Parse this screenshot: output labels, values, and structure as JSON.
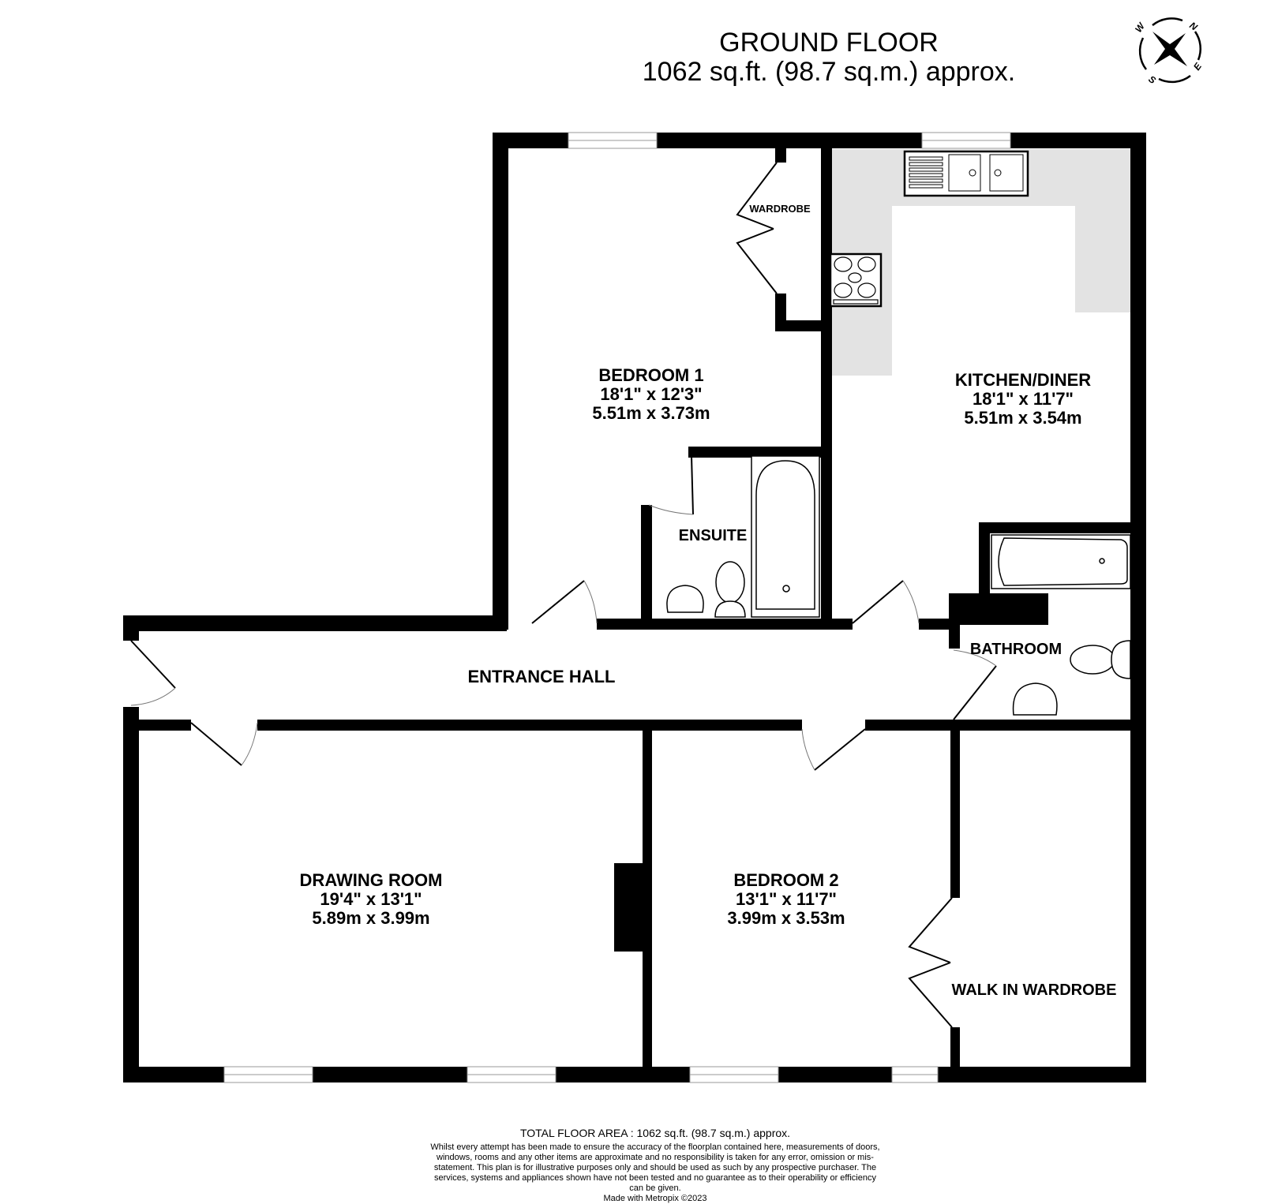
{
  "header": {
    "title": "GROUND FLOOR",
    "area": "1062 sq.ft. (98.7 sq.m.) approx."
  },
  "compass": {
    "icon": "compass-icon",
    "labels": {
      "n": "N",
      "e": "E",
      "s": "S",
      "w": "W"
    }
  },
  "rooms": {
    "bedroom1": {
      "name": "BEDROOM 1",
      "imperial": "18'1\"  x 12'3\"",
      "metric": "5.51m  x 3.73m"
    },
    "wardrobe": {
      "name": "WARDROBE"
    },
    "kitchen": {
      "name": "KITCHEN/DINER",
      "imperial": "18'1\"  x 11'7\"",
      "metric": "5.51m  x 3.54m"
    },
    "ensuite": {
      "name": "ENSUITE"
    },
    "bathroom": {
      "name": "BATHROOM"
    },
    "entrance_hall": {
      "name": "ENTRANCE HALL"
    },
    "drawing_room": {
      "name": "DRAWING ROOM",
      "imperial": "19'4\"  x 13'1\"",
      "metric": "5.89m  x 3.99m"
    },
    "bedroom2": {
      "name": "BEDROOM 2",
      "imperial": "13'1\"  x 11'7\"",
      "metric": "3.99m  x 3.53m"
    },
    "walk_in_wardrobe": {
      "name": "WALK IN WARDROBE"
    }
  },
  "colors": {
    "wall": "#000000",
    "worktop": "#e3e3e3",
    "window": "#ffffff",
    "background": "#ffffff"
  },
  "footer": {
    "total": "TOTAL FLOOR AREA : 1062 sq.ft. (98.7 sq.m.) approx.",
    "disclaimer": "Whilst every attempt has been made to ensure the accuracy of the floorplan contained here, measurements of doors, windows, rooms and any other items are approximate and no responsibility is taken for any error, omission or mis-statement. This plan is for illustrative purposes only and should be used as such by any prospective purchaser. The services, systems and appliances shown have not been tested and no guarantee as to their operability or efficiency can be given.",
    "made_with": "Made with Metropix ©2023"
  }
}
